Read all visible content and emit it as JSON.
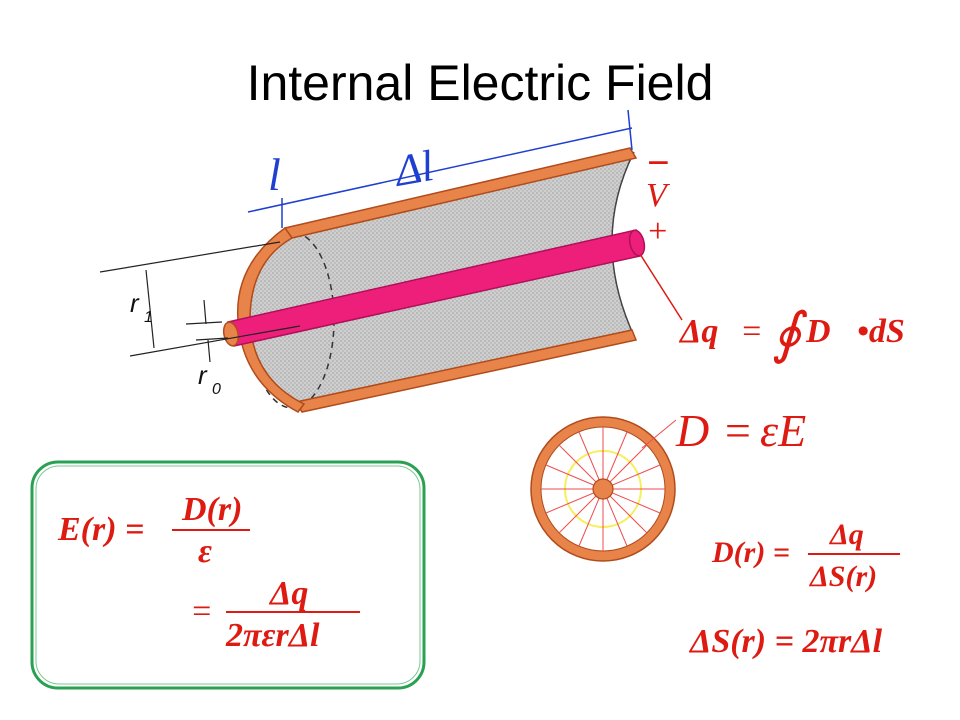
{
  "title": "Internal Electric Field",
  "labels": {
    "l": "l",
    "delta_l": "Δl",
    "minus": "−",
    "V": "V",
    "plus": "+",
    "r1": "r",
    "r1_sub": "1",
    "r0": "r",
    "r0_sub": "0"
  },
  "equations": {
    "gauss": {
      "lhs": "Δq",
      "eq": "=",
      "integral": "∮",
      "rhs": "D⃗•dS⃗"
    },
    "constitutive": {
      "lhs": "D⃗",
      "eq": "=",
      "rhs": "εE⃗"
    },
    "field_1_lhs": "E(r) =",
    "field_1_num": "D(r)",
    "field_1_den": "ε",
    "field_2_eq": "=",
    "field_2_num": "Δq",
    "field_2_den": "2πεrΔl",
    "d_lhs": "D(r) =",
    "d_num": "Δq",
    "d_den": "ΔS(r)",
    "s_eq": "ΔS(r) = 2πrΔl"
  },
  "colors": {
    "copper": "#e8834a",
    "copper_stroke": "#b04c1c",
    "shield_fill": "#c4c4c4",
    "wire": "#ee1f7a",
    "wire_stroke": "#b0105a",
    "label_blue": "#1f3fd0",
    "equation_red": "#dd1b12",
    "box_green": "#2aa052",
    "yellow_ring": "#f6ef5a"
  }
}
